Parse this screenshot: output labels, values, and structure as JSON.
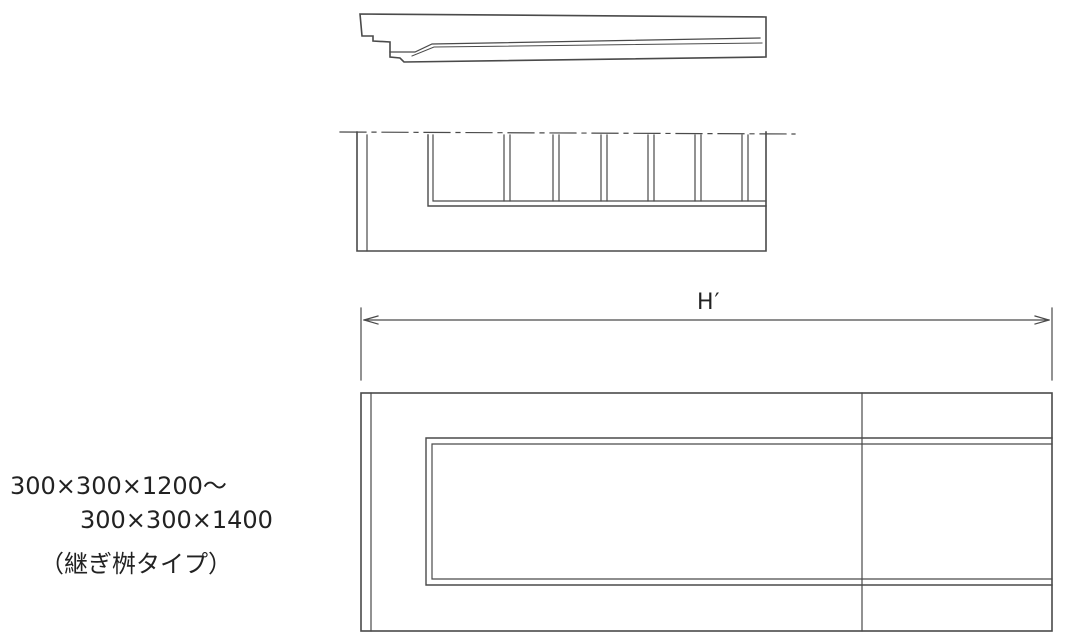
{
  "dimension": {
    "label": "H′"
  },
  "spec": {
    "size_from": "300×300×1200～",
    "size_to": "300×300×1400",
    "type_note": "（継ぎ桝タイプ）"
  }
}
